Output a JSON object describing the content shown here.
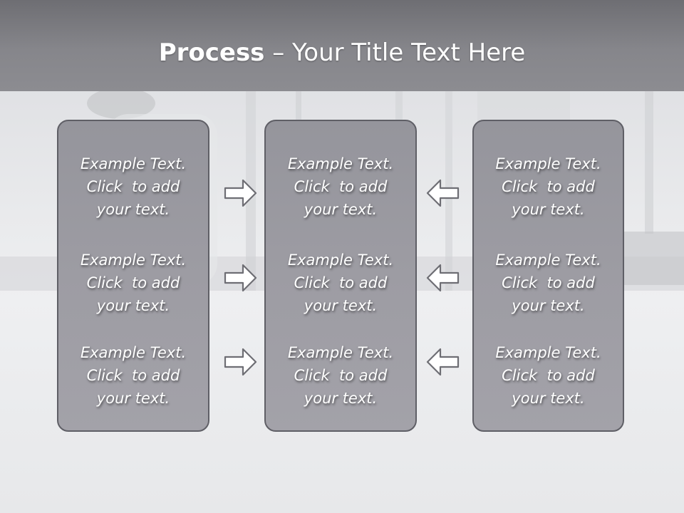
{
  "title": {
    "bold": "Process",
    "rest": " – Your Title Text Here"
  },
  "columns": [
    {
      "items": [
        {
          "lines": [
            "Example Text.",
            "Click  to add",
            "your text."
          ]
        },
        {
          "lines": [
            "Example Text.",
            "Click  to add",
            "your text."
          ]
        },
        {
          "lines": [
            "Example Text.",
            "Click  to add",
            "your text."
          ]
        }
      ]
    },
    {
      "items": [
        {
          "lines": [
            "Example Text.",
            "Click  to add",
            "your text."
          ]
        },
        {
          "lines": [
            "Example Text.",
            "Click  to add",
            "your text."
          ]
        },
        {
          "lines": [
            "Example Text.",
            "Click  to add",
            "your text."
          ]
        }
      ]
    },
    {
      "items": [
        {
          "lines": [
            "Example Text.",
            "Click  to add",
            "your text."
          ]
        },
        {
          "lines": [
            "Example Text.",
            "Click  to add",
            "your text."
          ]
        },
        {
          "lines": [
            "Example Text.",
            "Click  to add",
            "your text."
          ]
        }
      ]
    }
  ],
  "arrows": {
    "left_group": "arrow-right",
    "right_group": "arrow-left"
  },
  "colors": {
    "title_bar": "#86868b",
    "box_fill": "#9d9ca3",
    "box_border": "#5f5f66",
    "arrow_fill": "#ffffff",
    "arrow_stroke": "#6e6e74"
  }
}
